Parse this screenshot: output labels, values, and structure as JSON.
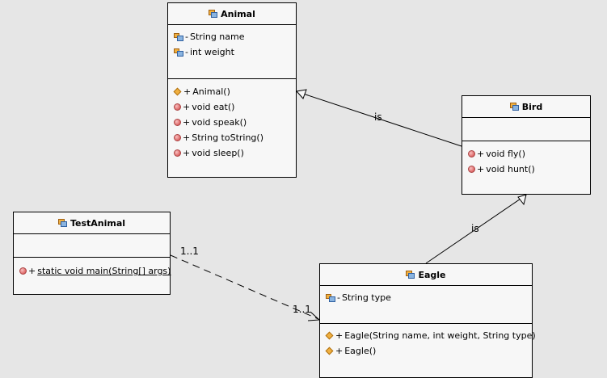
{
  "classes": {
    "animal": {
      "name": "Animal",
      "attributes": [
        {
          "visibility": "-",
          "text": "String name"
        },
        {
          "visibility": "-",
          "text": "int weight"
        }
      ],
      "operations": [
        {
          "visibility": "+",
          "text": "Animal()",
          "kind": "constructor"
        },
        {
          "visibility": "+",
          "text": "void eat()",
          "kind": "method"
        },
        {
          "visibility": "+",
          "text": "void speak()",
          "kind": "method"
        },
        {
          "visibility": "+",
          "text": "String toString()",
          "kind": "method"
        },
        {
          "visibility": "+",
          "text": "void sleep()",
          "kind": "method"
        }
      ]
    },
    "bird": {
      "name": "Bird",
      "operations": [
        {
          "visibility": "+",
          "text": "void fly()",
          "kind": "method"
        },
        {
          "visibility": "+",
          "text": "void hunt()",
          "kind": "method"
        }
      ]
    },
    "test_animal": {
      "name": "TestAnimal",
      "operations": [
        {
          "visibility": "+",
          "text": "static void main(String[] args)",
          "kind": "static-method"
        }
      ]
    },
    "eagle": {
      "name": "Eagle",
      "attributes": [
        {
          "visibility": "-",
          "text": "String type"
        }
      ],
      "operations": [
        {
          "visibility": "+",
          "text": "Eagle(String name, int weight, String type)",
          "kind": "constructor"
        },
        {
          "visibility": "+",
          "text": "Eagle()",
          "kind": "constructor"
        }
      ]
    }
  },
  "relations": {
    "bird_animal_label": "is",
    "eagle_bird_label": "is",
    "test_eagle_source_mult": "1..1",
    "test_eagle_target_mult": "1..1"
  },
  "colors": {
    "background": "#e6e6e6",
    "class_fill": "#f7f7f7",
    "line": "#000000"
  }
}
